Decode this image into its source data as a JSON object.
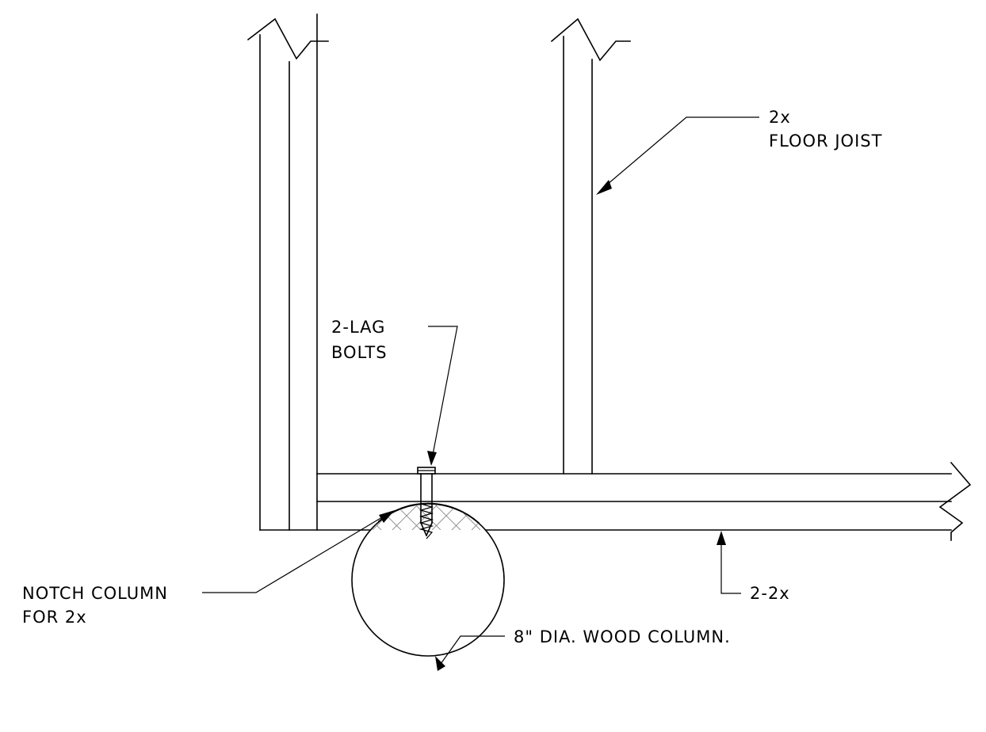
{
  "labels": {
    "floor_joist_line1": "2x",
    "floor_joist_line2": "FLOOR JOIST",
    "lag_bolts_line1": "2-LAG",
    "lag_bolts_line2": "BOLTS",
    "notch_line1": "NOTCH COLUMN",
    "notch_line2": "FOR 2x",
    "beam": "2-2x",
    "column": "8\" DIA. WOOD COLUMN."
  }
}
